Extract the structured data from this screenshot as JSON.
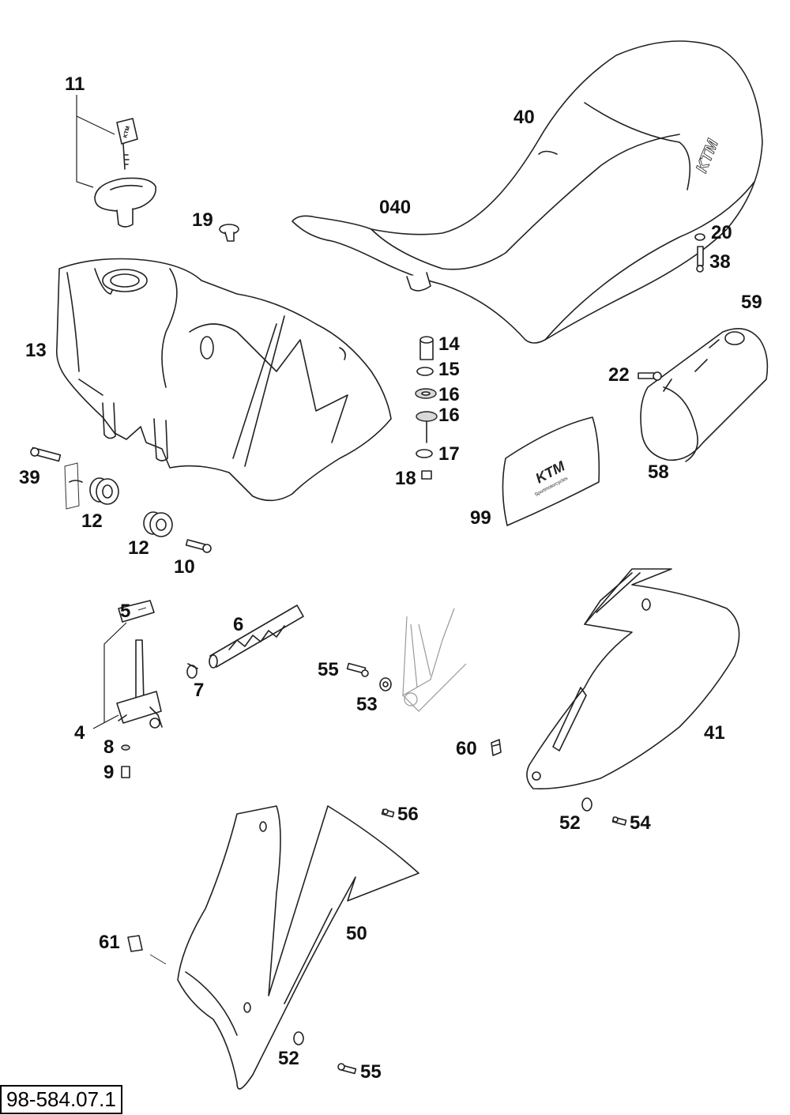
{
  "drawing_number": "98-584.07.1",
  "callouts": {
    "c11": "11",
    "c19": "19",
    "c13": "13",
    "c39": "39",
    "c12a": "12",
    "c12b": "12",
    "c10": "10",
    "c40": "40",
    "c040": "040",
    "c20": "20",
    "c38": "38",
    "c59": "59",
    "c22": "22",
    "c58": "58",
    "c14": "14",
    "c15": "15",
    "c16a": "16",
    "c16b": "16",
    "c17": "17",
    "c18": "18",
    "c99": "99",
    "c5": "5",
    "c6": "6",
    "c7": "7",
    "c4": "4",
    "c8": "8",
    "c9": "9",
    "c55a": "55",
    "c53": "53",
    "c60": "60",
    "c41": "41",
    "c52a": "52",
    "c54": "54",
    "c56": "56",
    "c61": "61",
    "c50": "50",
    "c52b": "52",
    "c55b": "55"
  },
  "logos": {
    "seat_brand": "KTM",
    "key_brand": "KTM",
    "tank_pad_brand": "KTM",
    "tank_pad_slogan": "Sportmotorcycles"
  }
}
